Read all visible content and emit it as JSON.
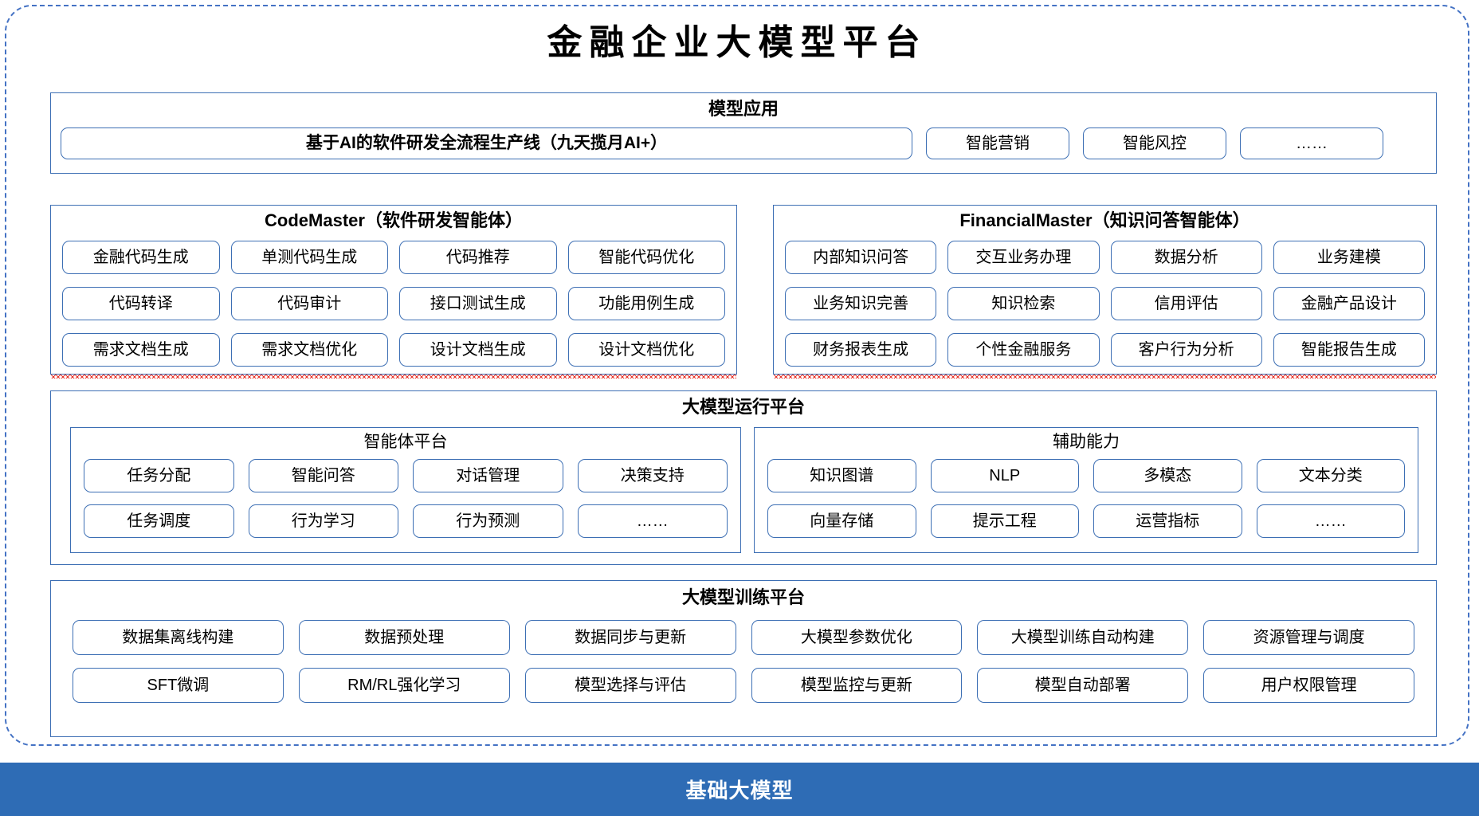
{
  "page_title": "金融企业大模型平台",
  "colors": {
    "outer_border": "#4472c4",
    "panel_border": "#3d6fb4",
    "chip_border": "#3d6fb4",
    "foundation_bar": "#2e6cb5",
    "spellcheck_underline": "#e8342a"
  },
  "model_application": {
    "title": "模型应用",
    "pipeline": "基于AI的软件研发全流程生产线（九天揽月AI+）",
    "apps": [
      "智能营销",
      "智能风控",
      "……"
    ]
  },
  "agents": {
    "codemaster": {
      "latin_name": "CodeMaster",
      "title_suffix": "（软件研发智能体）",
      "items": [
        "金融代码生成",
        "单测代码生成",
        "代码推荐",
        "智能代码优化",
        "代码转译",
        "代码审计",
        "接口测试生成",
        "功能用例生成",
        "需求文档生成",
        "需求文档优化",
        "设计文档生成",
        "设计文档优化"
      ]
    },
    "financialmaster": {
      "latin_name": "FinancialMaster",
      "title_suffix": "（知识问答智能体）",
      "items": [
        "内部知识问答",
        "交互业务办理",
        "数据分析",
        "业务建模",
        "业务知识完善",
        "知识检索",
        "信用评估",
        "金融产品设计",
        "财务报表生成",
        "个性金融服务",
        "客户行为分析",
        "智能报告生成"
      ]
    }
  },
  "runtime_platform": {
    "title": "大模型运行平台",
    "agent_platform": {
      "title": "智能体平台",
      "items": [
        "任务分配",
        "智能问答",
        "对话管理",
        "决策支持",
        "任务调度",
        "行为学习",
        "行为预测",
        "……"
      ]
    },
    "auxiliary_ability": {
      "title": "辅助能力",
      "items": [
        "知识图谱",
        "NLP",
        "多模态",
        "文本分类",
        "向量存储",
        "提示工程",
        "运营指标",
        "……"
      ]
    }
  },
  "training_platform": {
    "title": "大模型训练平台",
    "items": [
      "数据集离线构建",
      "数据预处理",
      "数据同步与更新",
      "大模型参数优化",
      "大模型训练自动构建",
      "资源管理与调度",
      "SFT微调",
      "RM/RL强化学习",
      "模型选择与评估",
      "模型监控与更新",
      "模型自动部署",
      "用户权限管理"
    ]
  },
  "foundation": {
    "label": "基础大模型"
  }
}
